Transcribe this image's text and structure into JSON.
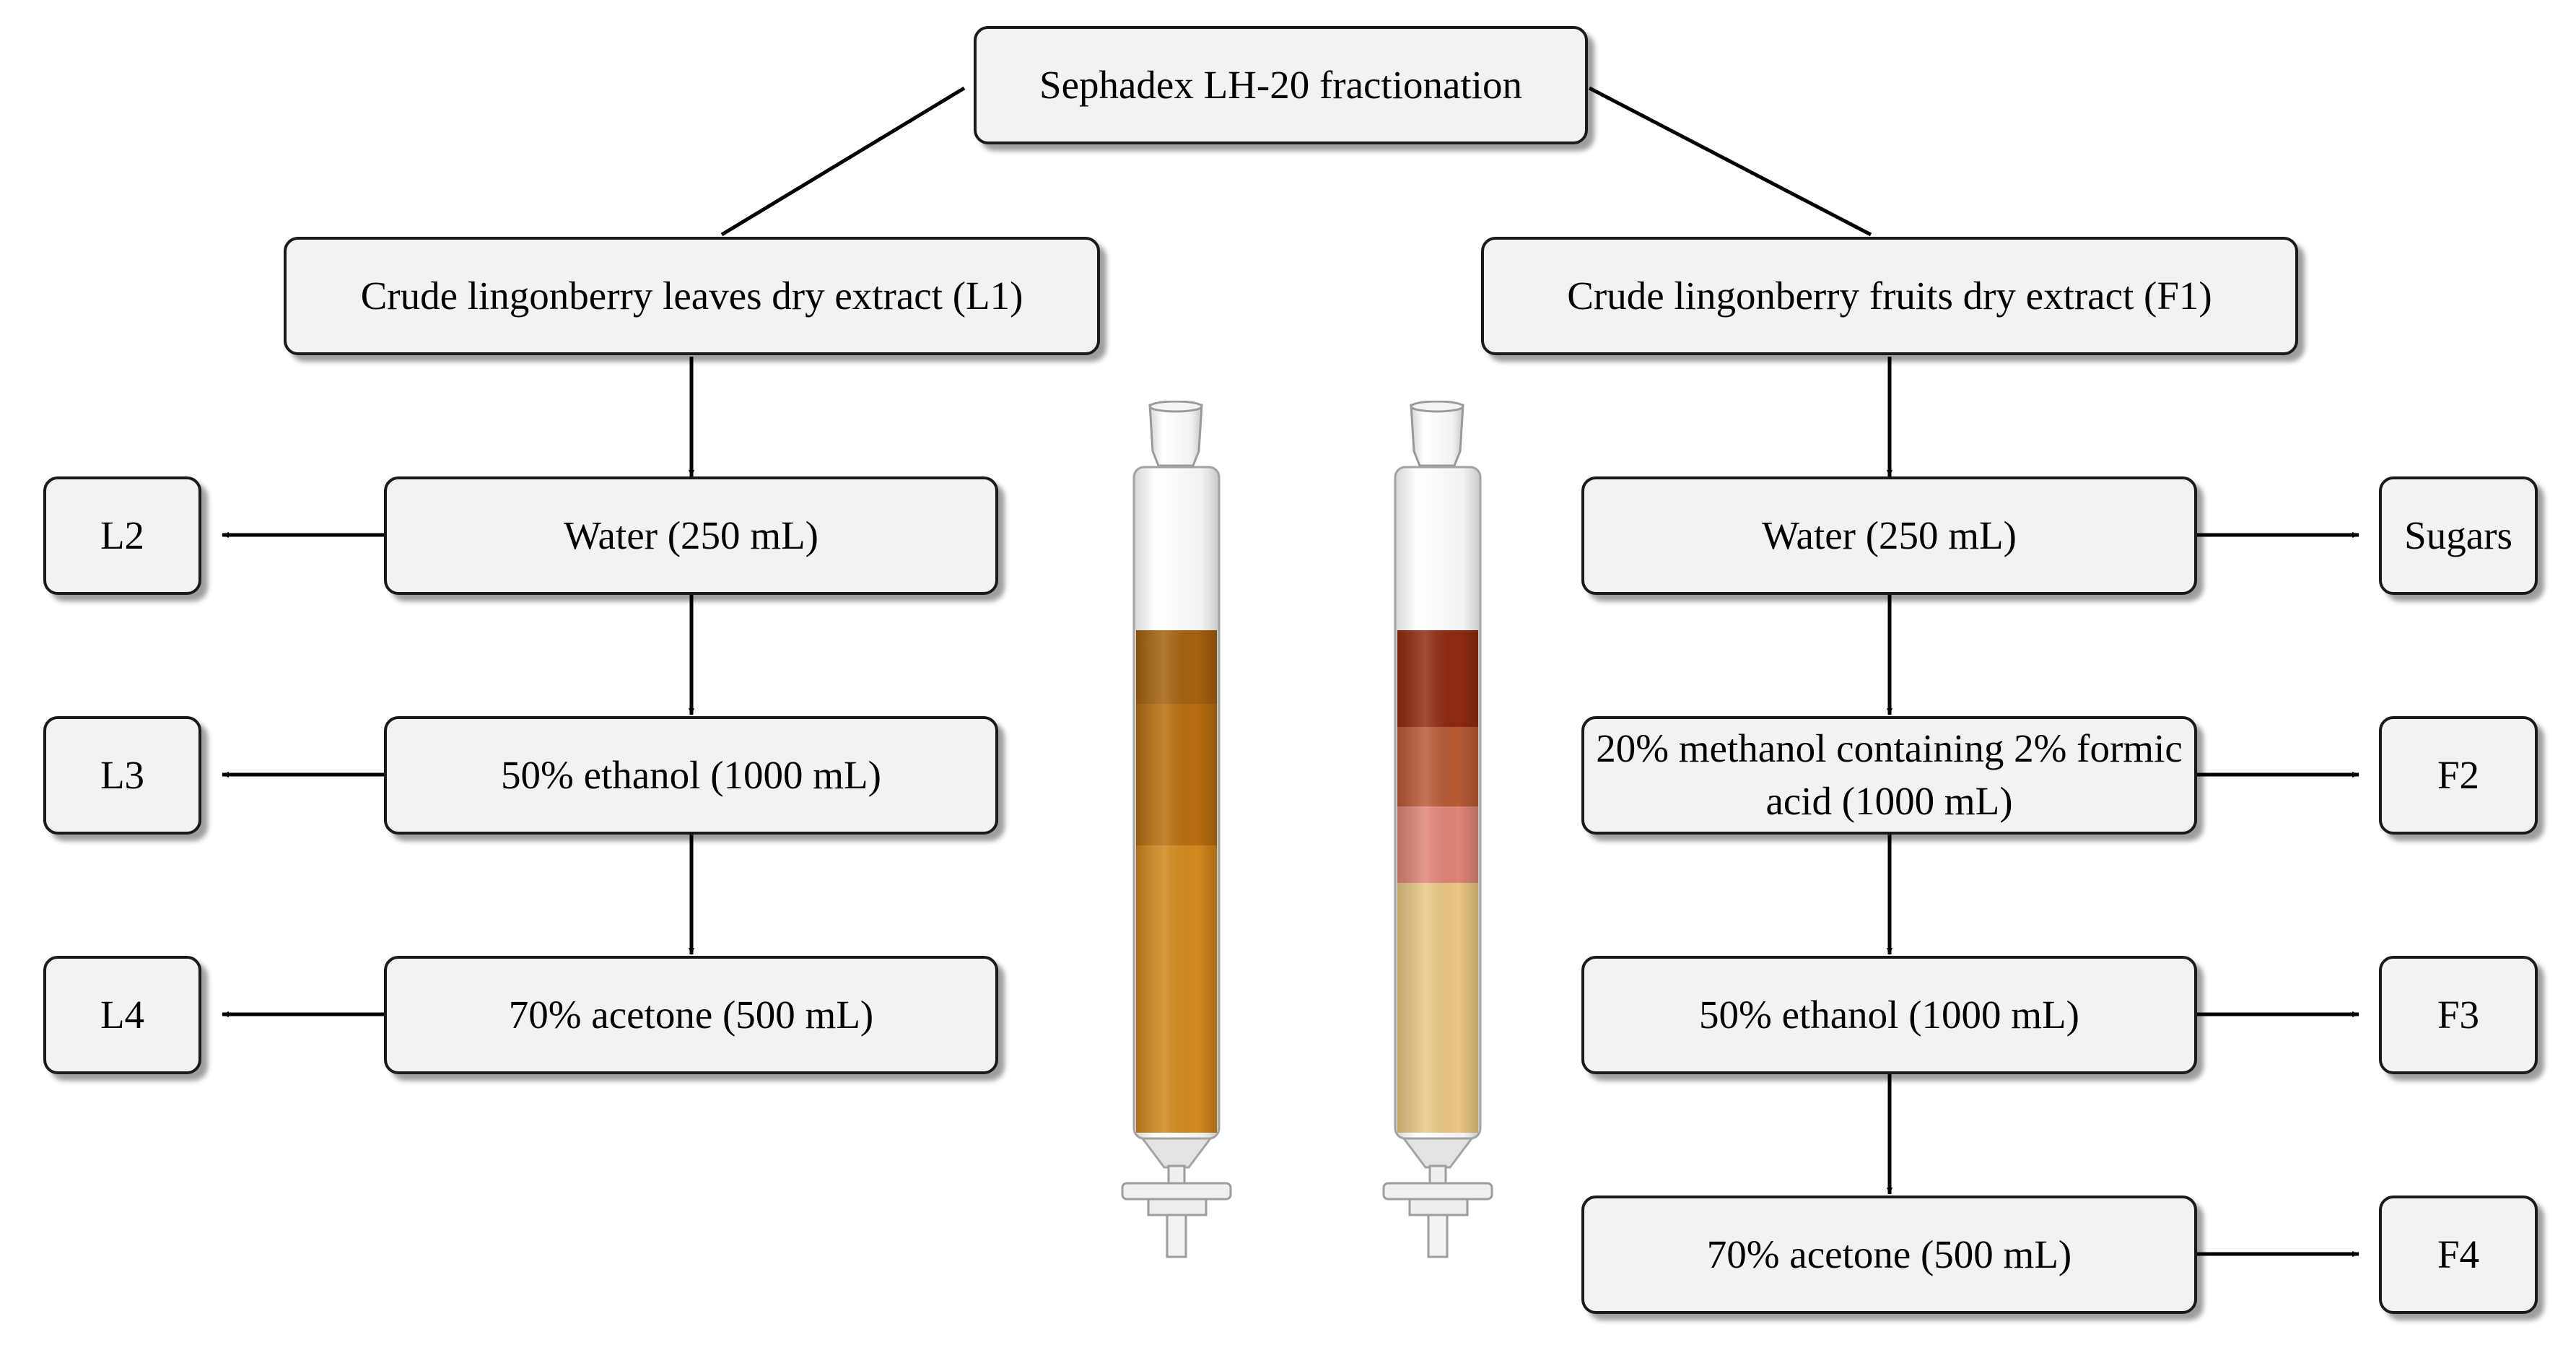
{
  "title": "Sephadex LH-20 fractionation",
  "leaves": {
    "source": "Crude lingonberry leaves dry extract (L1)",
    "steps": [
      "Water (250 mL)",
      "50% ethanol (1000 mL)",
      "70% acetone (500 mL)"
    ],
    "fractions": [
      "L2",
      "L3",
      "L4"
    ]
  },
  "fruits": {
    "source": "Crude lingonberry fruits dry extract (F1)",
    "steps": [
      "Water (250 mL)",
      "20% methanol containing 2% formic acid (1000 mL)",
      "50% ethanol (1000 mL)",
      "70% acetone (500 mL)"
    ],
    "fractions": [
      "Sugars",
      "F2",
      "F3",
      "F4"
    ]
  },
  "columns": {
    "leaves": {
      "bands": [
        "#a5620f",
        "#b96f0f",
        "#d2881d"
      ]
    },
    "fruits": {
      "bands": [
        "#8e2a10",
        "#b85a36",
        "#e08578",
        "#eac785"
      ]
    }
  }
}
